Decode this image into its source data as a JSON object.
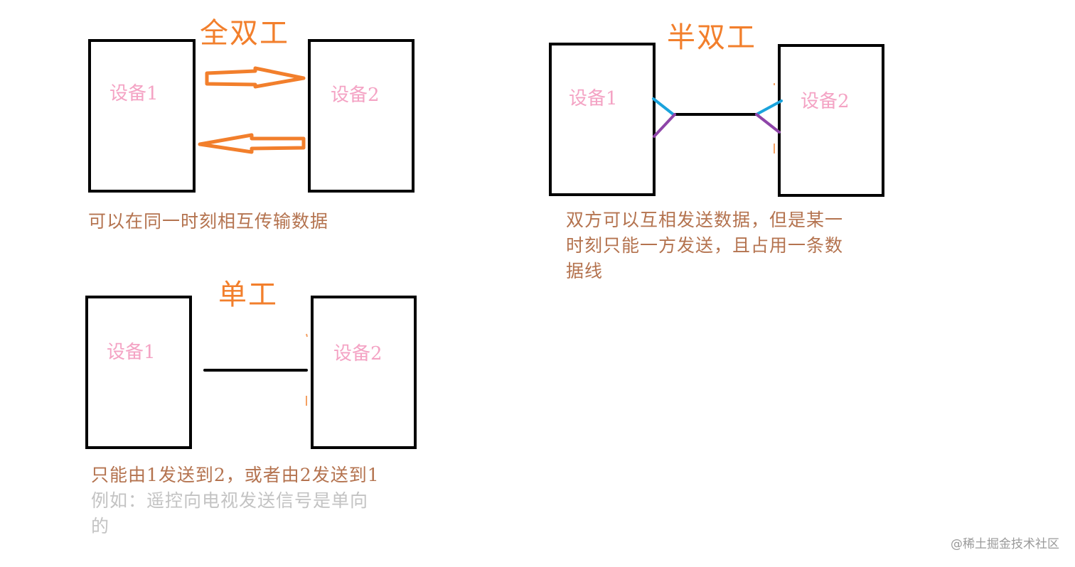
{
  "full_duplex": {
    "title": "全双工",
    "device1_label": "设备1",
    "device2_label": "设备2",
    "description": "可以在同一时刻相互传输数据",
    "arrow_color": "#f27f2c"
  },
  "half_duplex": {
    "title": "半双工",
    "device1_label": "设备1",
    "device2_label": "设备2",
    "description_lines": [
      "双方可以互相发送数据，但是某一",
      "时刻只能一方发送，且占用一条数",
      "据线"
    ],
    "connector_colors": {
      "upper": "#1aa3dc",
      "lower": "#8e44a8",
      "line": "#000000"
    }
  },
  "simplex": {
    "title": "单工",
    "device1_label": "设备1",
    "device2_label": "设备2",
    "description": "只能由1发送到2，或者由2发送到1",
    "example_lines": [
      "例如：遥控向电视发送信号是单向",
      "的"
    ]
  },
  "colors": {
    "title": "#f27f2c",
    "device_label": "#f4a3c4",
    "description": "#b4734f",
    "example": "#c3c3c3",
    "box_border": "#000000"
  },
  "watermark": "@稀土掘金技术社区"
}
